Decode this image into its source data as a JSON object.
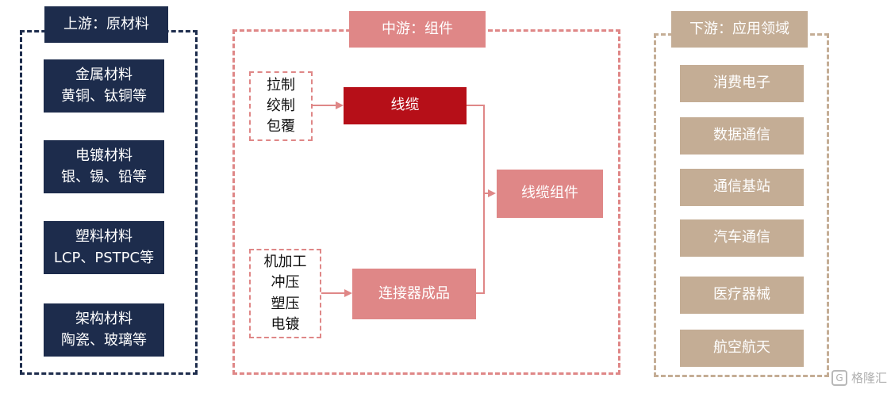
{
  "upstream": {
    "title": "上游：原材料",
    "items": [
      {
        "line1": "金属材料",
        "line2": "黄铜、钛铜等"
      },
      {
        "line1": "电镀材料",
        "line2": "银、锡、铅等"
      },
      {
        "line1": "塑料材料",
        "line2": "LCP、PSTPC等"
      },
      {
        "line1": "架构材料",
        "line2": "陶瓷、玻璃等"
      }
    ]
  },
  "midstream": {
    "title": "中游：组件",
    "process_top": [
      "拉制",
      "绞制",
      "包覆"
    ],
    "process_bottom": [
      "机加工",
      "冲压",
      "塑压",
      "电镀"
    ],
    "cable": "线缆",
    "connector": "连接器成品",
    "assembly": "线缆组件"
  },
  "downstream": {
    "title": "下游：应用领域",
    "items": [
      "消费电子",
      "数据通信",
      "通信基站",
      "汽车通信",
      "医疗器械",
      "航空航天"
    ]
  },
  "watermark": {
    "text": "格隆汇",
    "icon_label": "G"
  },
  "colors": {
    "upstream": "#1d2c4c",
    "midstream": "#df8787",
    "cable": "#b60f18",
    "downstream": "#c4ad95"
  }
}
